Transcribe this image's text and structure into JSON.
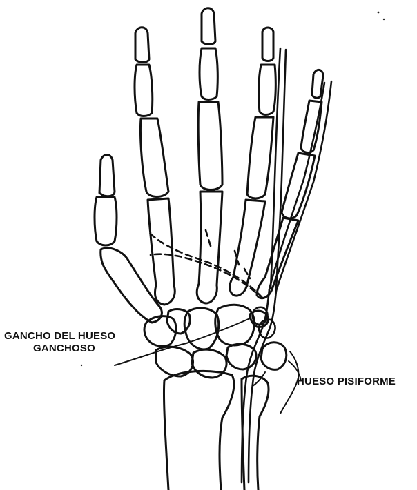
{
  "labels": {
    "hamulus_line1": "GANCHO DEL HUESO",
    "hamulus_line2": "GANCHOSO",
    "pisiform": "HUESO PISIFORME"
  }
}
